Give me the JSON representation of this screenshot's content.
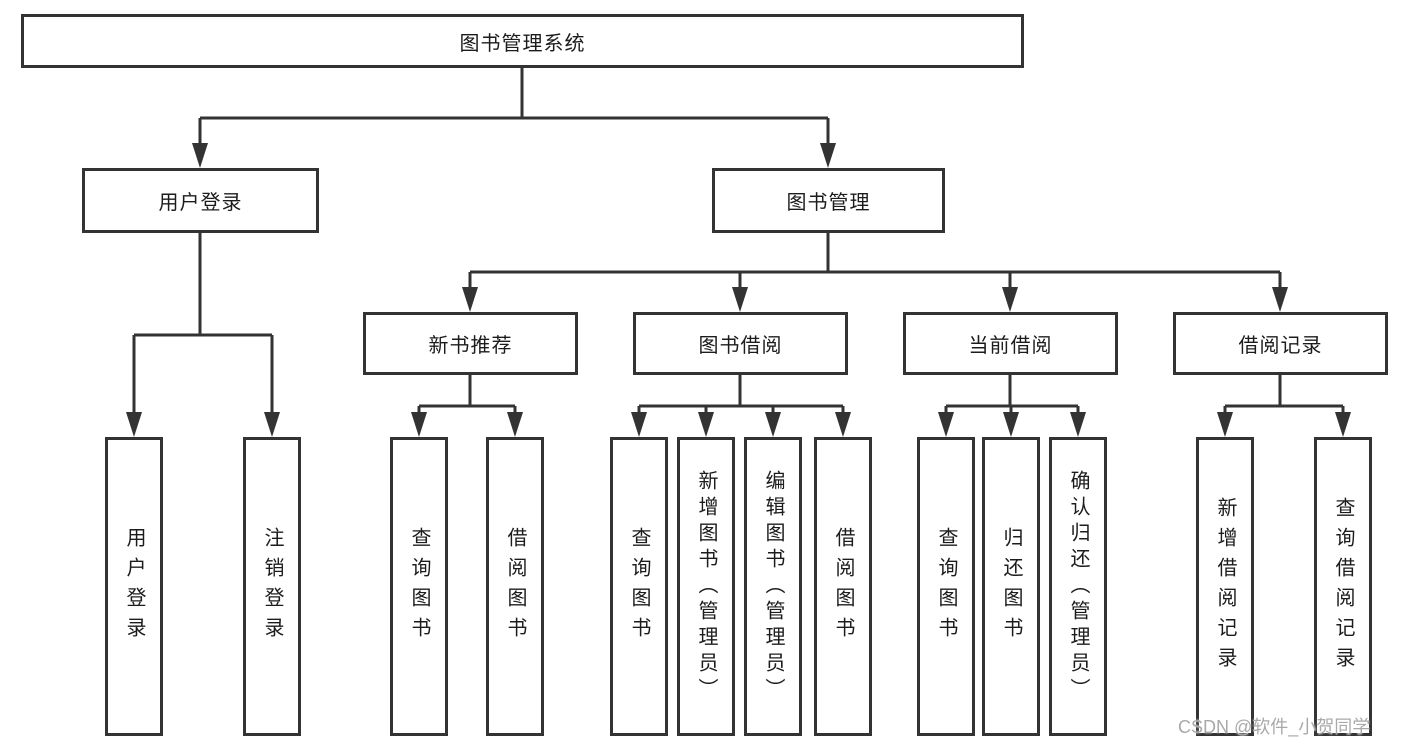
{
  "diagram": {
    "root": "图书管理系统",
    "level2": {
      "user_login": "用户登录",
      "book_mgmt": "图书管理"
    },
    "level3": {
      "new_books": "新书推荐",
      "borrow": "图书借阅",
      "current": "当前借阅",
      "history": "借阅记录"
    },
    "leaves": {
      "user_login": [
        "用户登录",
        "注销登录"
      ],
      "new_books": [
        "查询图书",
        "借阅图书"
      ],
      "borrow": [
        "查询图书",
        "新增图书（管理员）",
        "编辑图书（管理员）",
        "借阅图书"
      ],
      "current": [
        "查询图书",
        "归还图书",
        "确认归还（管理员）"
      ],
      "history": [
        "新增借阅记录",
        "查询借阅记录"
      ]
    }
  },
  "watermark": "CSDN @软件_小贺同学",
  "colors": {
    "line": "#333333",
    "text": "#1c1c1c",
    "watermark": "#a9a9a9",
    "background": "#ffffff"
  }
}
